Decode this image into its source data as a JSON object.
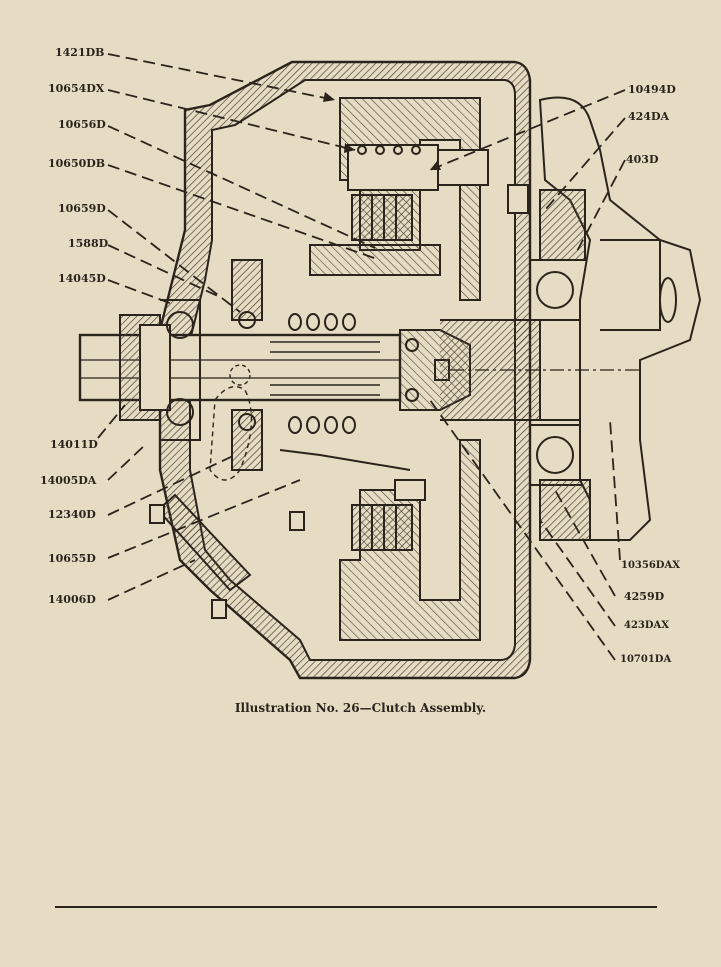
{
  "caption": "Illustration No. 26—Clutch Assembly.",
  "callouts": {
    "c1421DB": "1421DB",
    "c10654DX": "10654DX",
    "c10656D": "10656D",
    "c10650DB": "10650DB",
    "c10659D": "10659D",
    "c1588D": "1588D",
    "c14045D": "14045D",
    "c14011D": "14011D",
    "c14005DA": "14005DA",
    "c12340D": "12340D",
    "c10655D": "10655D",
    "c14006D": "14006D",
    "c10494D": "10494D",
    "c424DA": "424DA",
    "c403D": "403D",
    "c10356DAX": "10356DAX",
    "c4259D": "4259D",
    "c423DAX": "423DAX",
    "c10701DA": "10701DA"
  },
  "colors": {
    "ink": "#2a241c",
    "paper": "#e6dcc4",
    "hatch": "#5a5040"
  }
}
